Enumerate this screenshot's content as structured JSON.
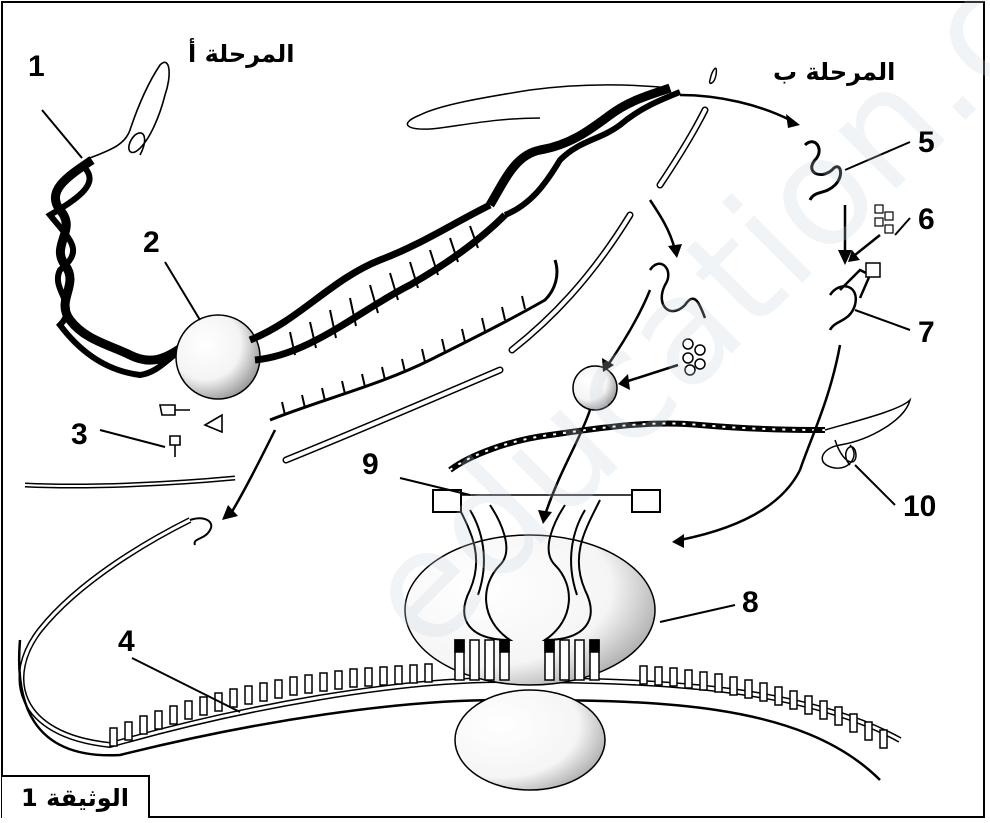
{
  "phase_a": "المرحلة أ",
  "phase_b": "المرحلة ب",
  "document_label": "الوثيقة 1",
  "watermark": "education.com",
  "labels": [
    "1",
    "2",
    "3",
    "4",
    "5",
    "6",
    "7",
    "8",
    "9",
    "10"
  ]
}
